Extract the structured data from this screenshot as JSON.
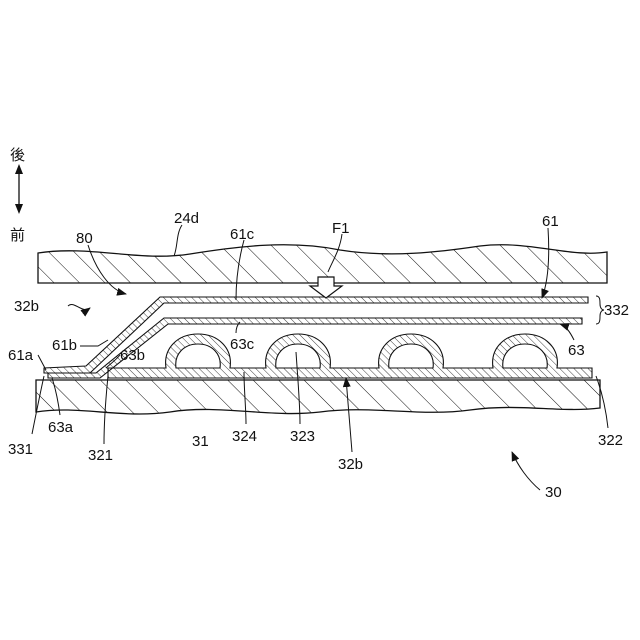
{
  "direction": {
    "rear": "後",
    "front": "前"
  },
  "labels": {
    "l24d": "24d",
    "l61c": "61c",
    "lF1": "F1",
    "l61": "61",
    "l80": "80",
    "l32b_top": "32b",
    "l332": "332",
    "l61b": "61b",
    "l63b": "63b",
    "l63c": "63c",
    "l63": "63",
    "l61a": "61a",
    "l63a": "63a",
    "l331": "331",
    "l321": "321",
    "l31": "31",
    "l324": "324",
    "l323": "323",
    "l32b_bottom": "32b",
    "l322": "322",
    "l30": "30"
  }
}
